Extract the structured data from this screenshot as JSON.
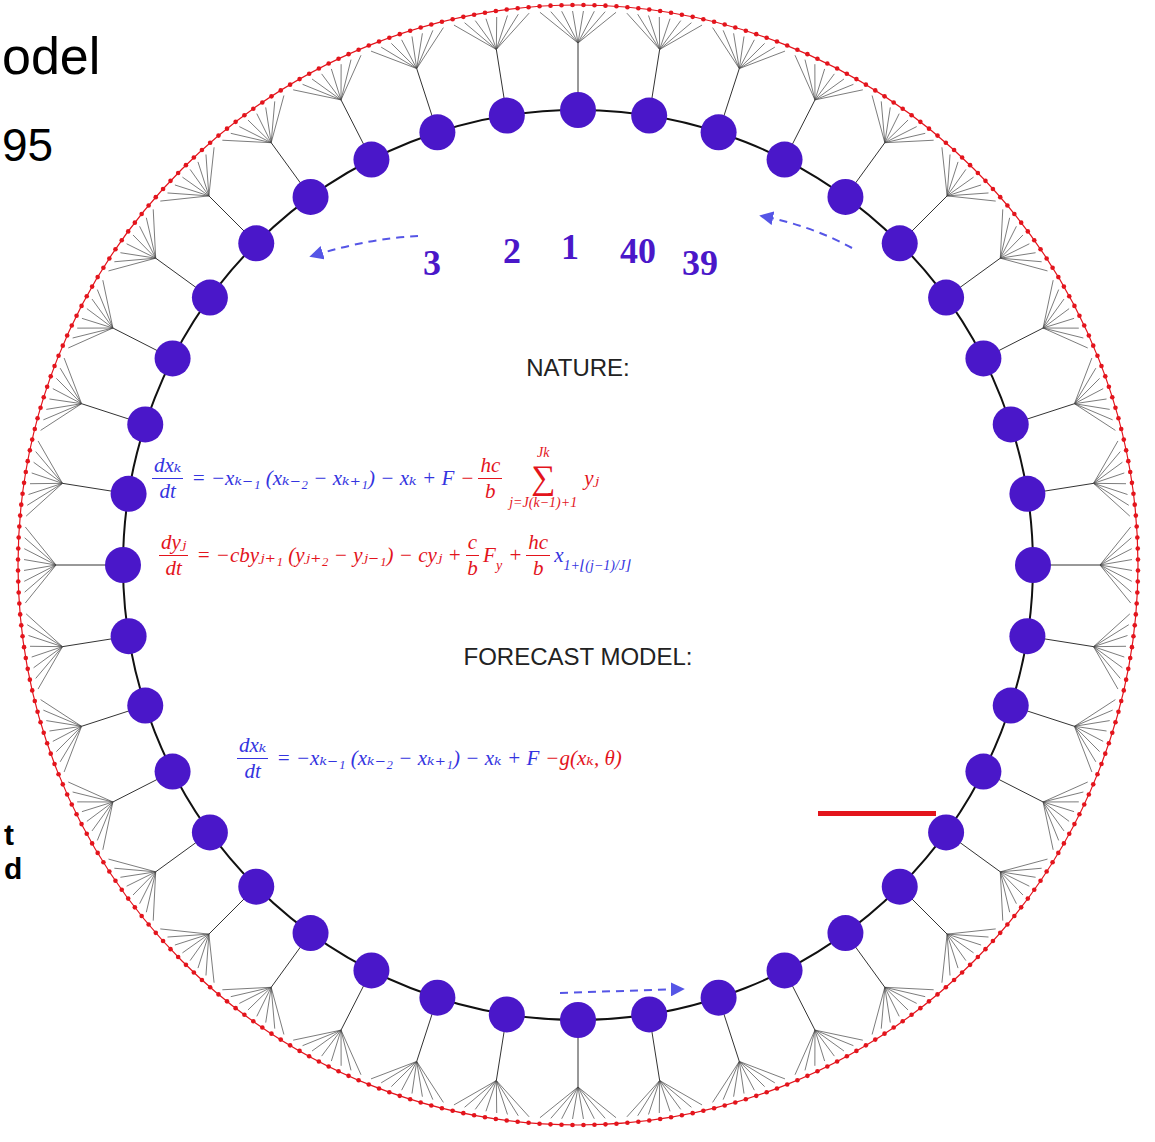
{
  "diagram": {
    "labels": [
      "odel",
      "95",
      "3",
      "2",
      "1",
      "40",
      "39",
      "NATURE:",
      "dxₖ",
      "dt",
      "= −xₖ₋₁ (xₖ₋₂ − xₖ₊₁) − xₖ + F",
      "−",
      "hc",
      "b",
      "Jk",
      "∑",
      "j=J(k−1)+1",
      "yⱼ",
      "dyⱼ",
      "dt",
      "= −cbyⱼ₊₁ (yⱼ₊₂ − yⱼ₋₁) − cyⱼ +",
      "c",
      "b",
      "F",
      "y",
      "+",
      "hc",
      "b",
      "x",
      "1+⌊(j−1)/J⌋",
      "FORECAST MODEL:",
      "dxₖ",
      "dt",
      "= −xₖ₋₁ (xₖ₋₂ − xₖ₊₁) − xₖ + F",
      "−g(xₖ, θ)",
      "t",
      "d"
    ]
  }
}
